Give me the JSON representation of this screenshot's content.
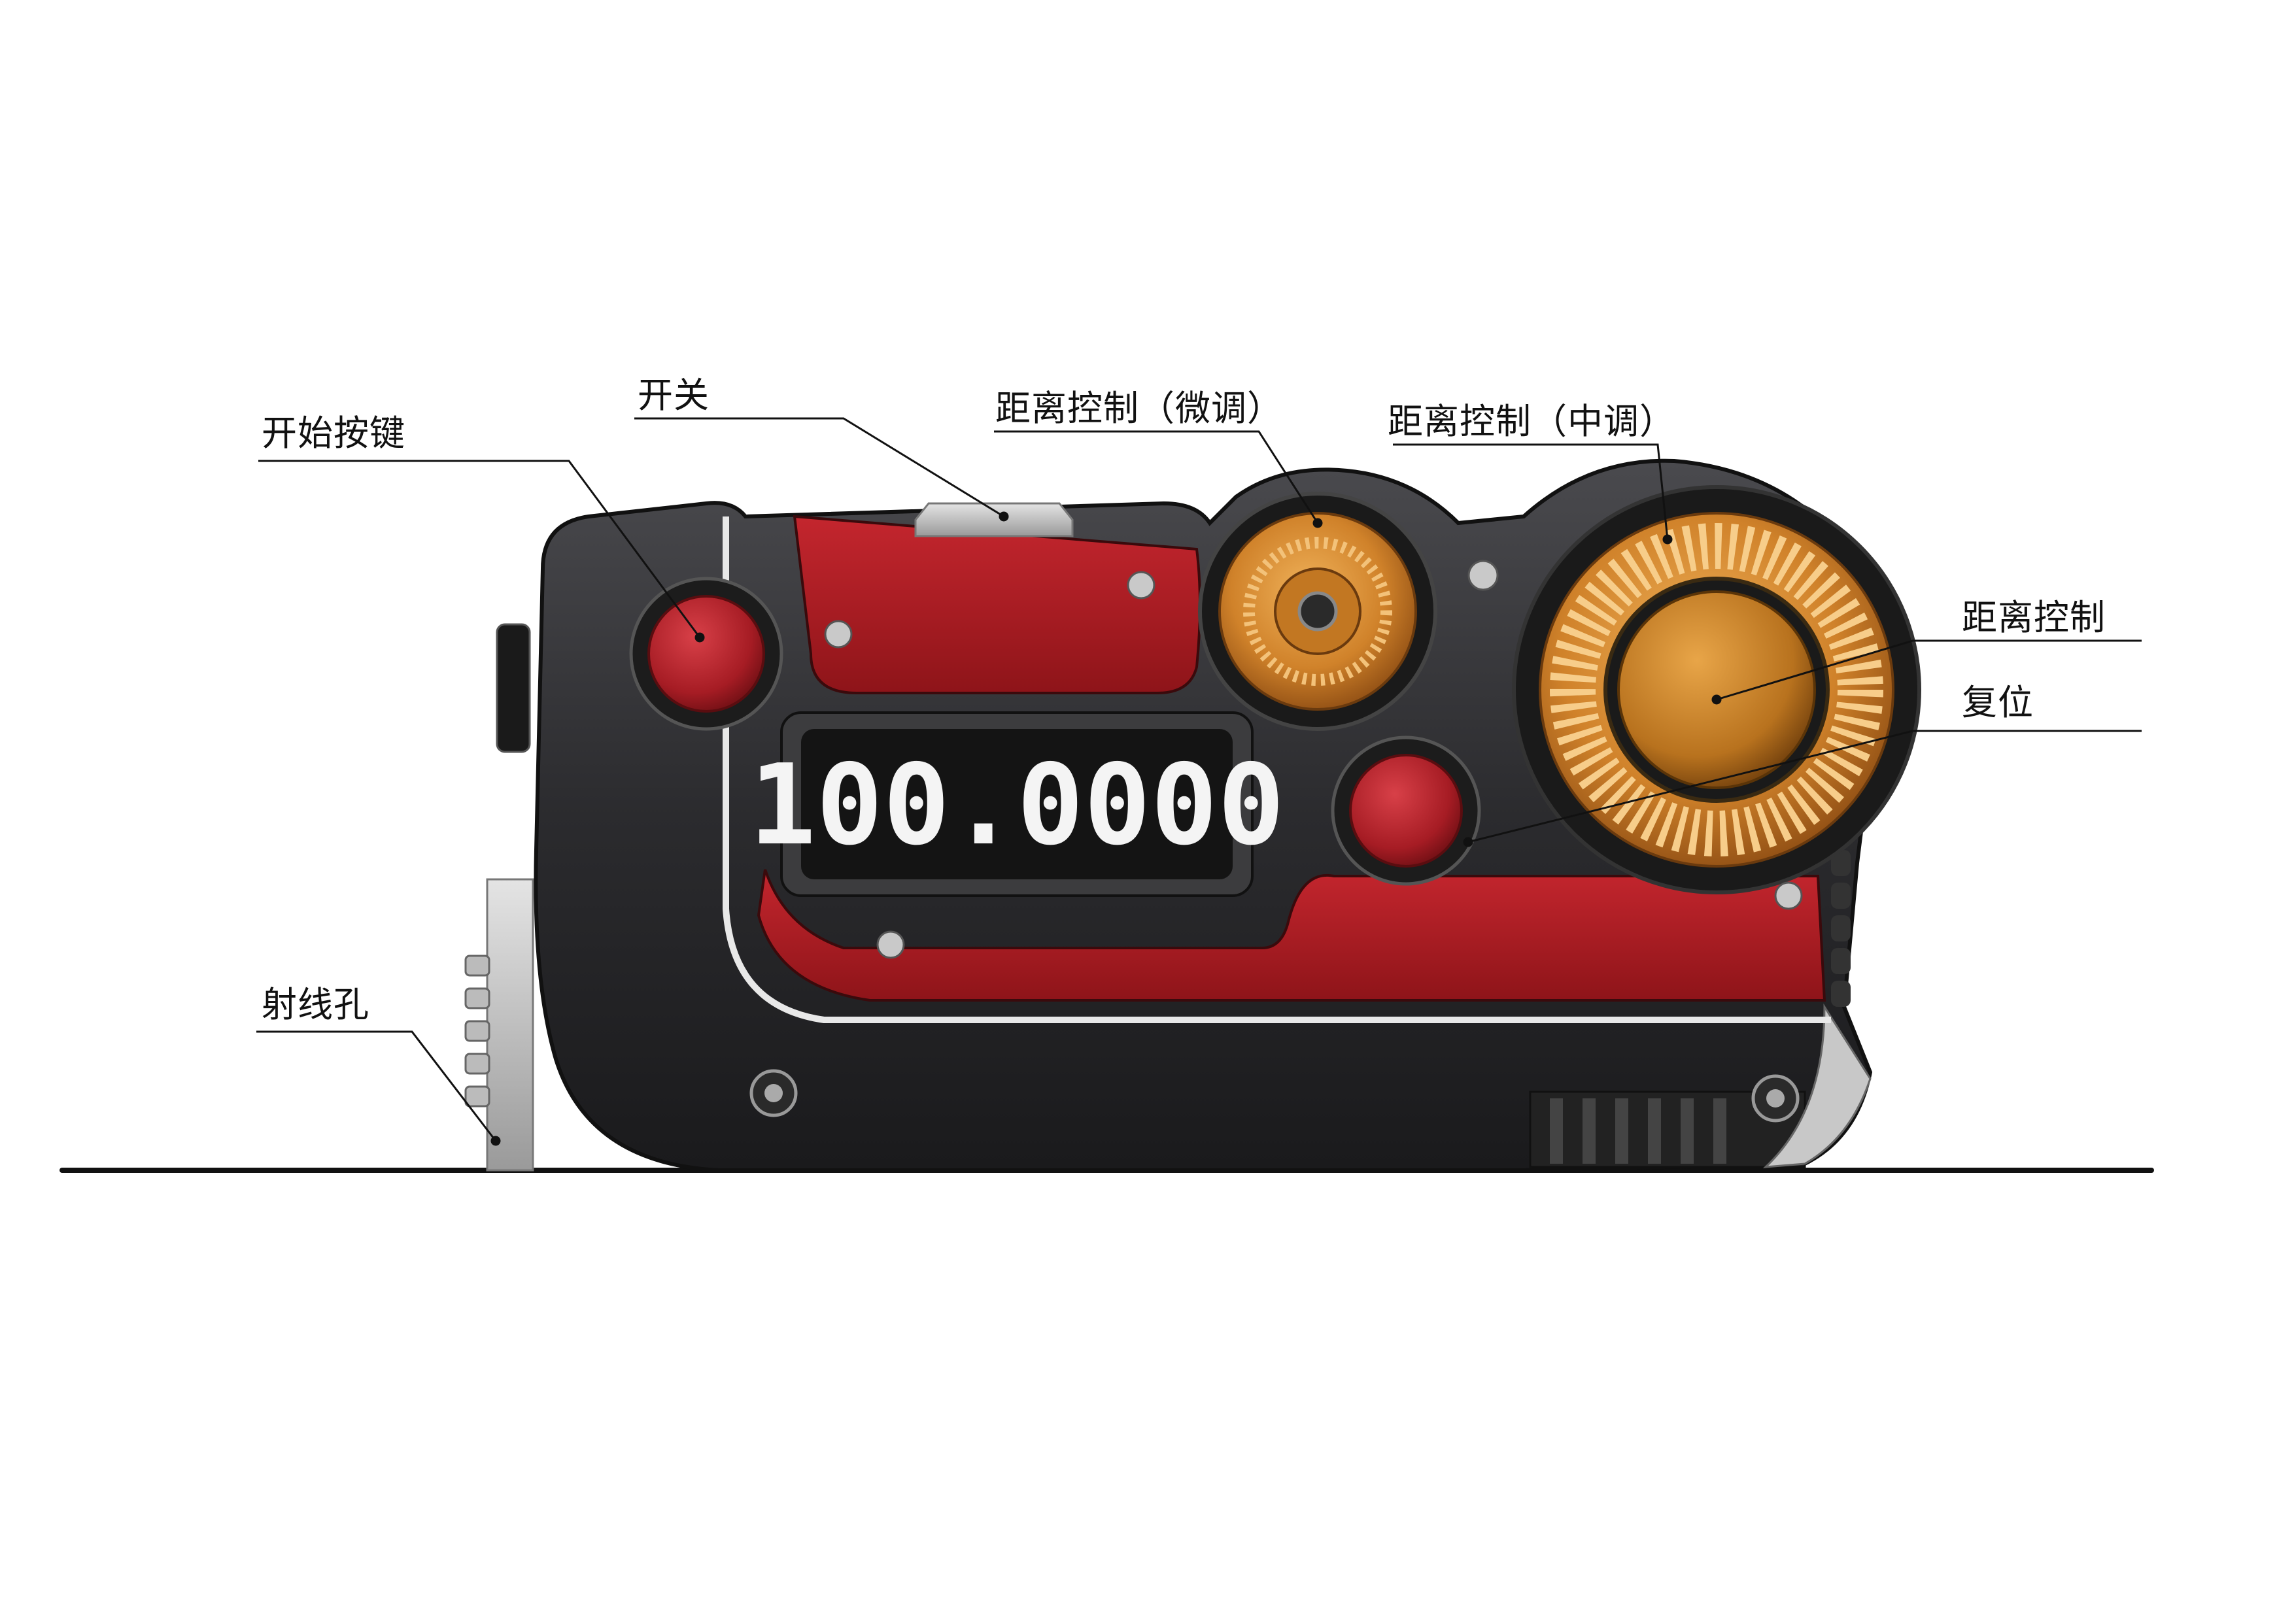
{
  "display": {
    "value": "100.0000"
  },
  "callouts": {
    "start_button": "开始按键",
    "power_switch": "开关",
    "fine_dial": "距离控制（微调）",
    "medium_dial": "距离控制（中调）",
    "main_dial": "距离控制",
    "reset_button": "复位",
    "beam_hole": "射线孔"
  },
  "colors": {
    "body": "#2a2a2c",
    "accent_red": "#a3161c",
    "button_red": "#b0222a",
    "dial_gold": "#d58a2c",
    "lcd_bg": "#141414",
    "lcd_text": "#f4f4f4"
  }
}
